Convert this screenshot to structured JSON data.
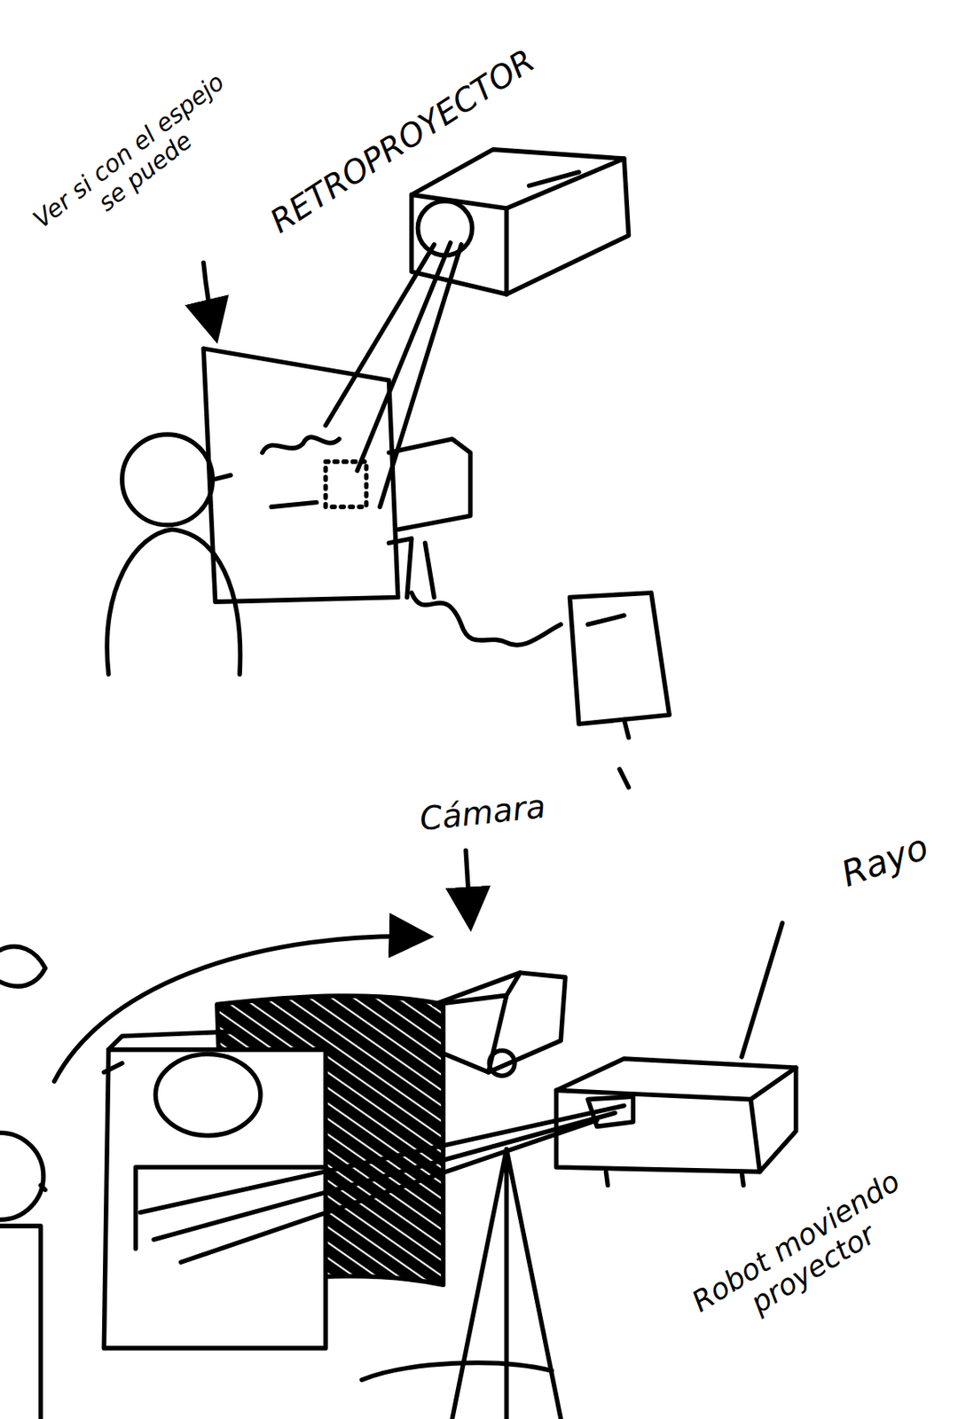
{
  "diagram": {
    "labels": [
      "Ver si con el espejo se puede",
      "RETROPROYECTOR",
      "Cámara",
      "Rayo",
      "Robot moviendo proyector"
    ]
  }
}
